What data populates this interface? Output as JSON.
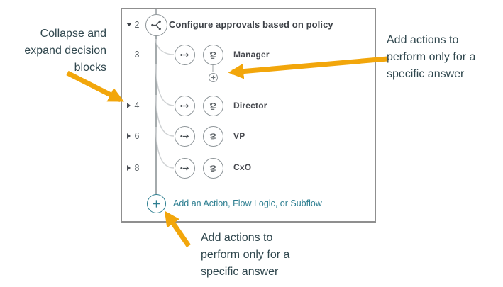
{
  "annotations": {
    "left": "Collapse and\nexpand decision\nblocks",
    "right": "Add actions to\nperform only for a\nspecific answer",
    "bottom": "Add actions to\nperform only for a\nspecific answer"
  },
  "flow": {
    "header": {
      "number": "2",
      "label": "Configure approvals based on policy",
      "state": "expanded"
    },
    "rows": [
      {
        "number": "3",
        "label": "Manager",
        "collapsed": false
      },
      {
        "number": "4",
        "label": "Director",
        "collapsed": true
      },
      {
        "number": "6",
        "label": "VP",
        "collapsed": true
      },
      {
        "number": "8",
        "label": "CxO",
        "collapsed": true
      }
    ],
    "add_row": {
      "label": "Add an Action, Flow Logic, or Subflow"
    }
  },
  "icons": {
    "header": "decision-branch-icon",
    "branch_left": "answer-arrow-icon",
    "branch_right": "approval-action-icon",
    "under_branch": "add-action-for-answer-icon",
    "bottom": "add-action-icon",
    "collapse": "triangle-down-icon",
    "expand": "triangle-right-icon"
  },
  "colors": {
    "arrow": "#F2A60B",
    "teal": "#2E7F91",
    "panel_border": "#8F8F8F",
    "circle_border": "#8F969A",
    "flow_line": "#9AA0A3",
    "curve_line": "#CFD2D4",
    "text_dark": "#3E4248",
    "annotation_text": "#30474E",
    "number_text": "#5A6166"
  }
}
